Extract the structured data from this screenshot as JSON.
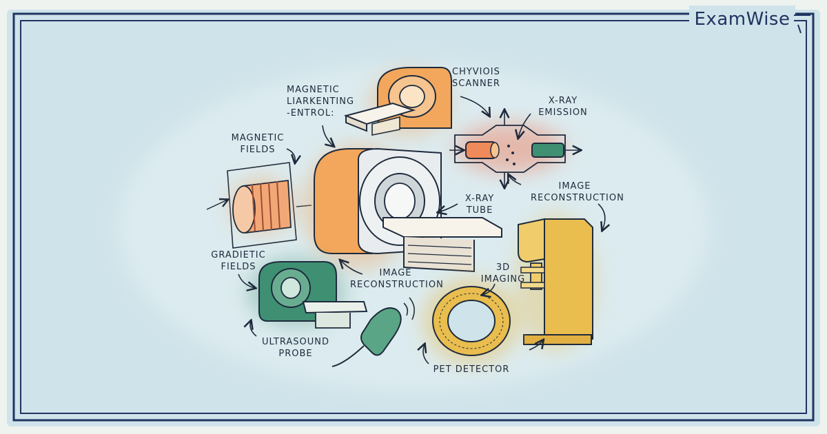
{
  "brand": {
    "name": "ExamWise"
  },
  "colors": {
    "background": "#cfe3ea",
    "frame": "#1f3460",
    "ink": "#1e2a3c",
    "orange": "#f0a35a",
    "green": "#3f8f73",
    "yellow": "#e7b94a",
    "red": "#ee7b5c"
  },
  "labels": {
    "chyviois_scanner": [
      "CHYVIOIS",
      "SCANNER"
    ],
    "magnetic_liarkenting": [
      "MAGNETIC",
      "LIARKENTING",
      "-ENTROL:"
    ],
    "xray_emission": [
      "X-RAY",
      "EMISSION"
    ],
    "magnetic_fields": [
      "MAGNETIC",
      "FIELDS"
    ],
    "xray_tube": [
      "X-RAY",
      "TUBE"
    ],
    "image_reconstruction_right": [
      "IMAGE",
      "RECONSTRUCTION"
    ],
    "gradietic_fields": [
      "GRADIETIC",
      "FIELDS"
    ],
    "image_reconstruction_center": [
      "IMAGE",
      "RECONSTRUCTION"
    ],
    "imaging_3d": [
      "3D",
      "IMAGING"
    ],
    "ultrasound_probe": [
      "ULTRASOUND",
      "PROBE"
    ],
    "pet_detector": [
      "PET DETECTOR"
    ]
  }
}
